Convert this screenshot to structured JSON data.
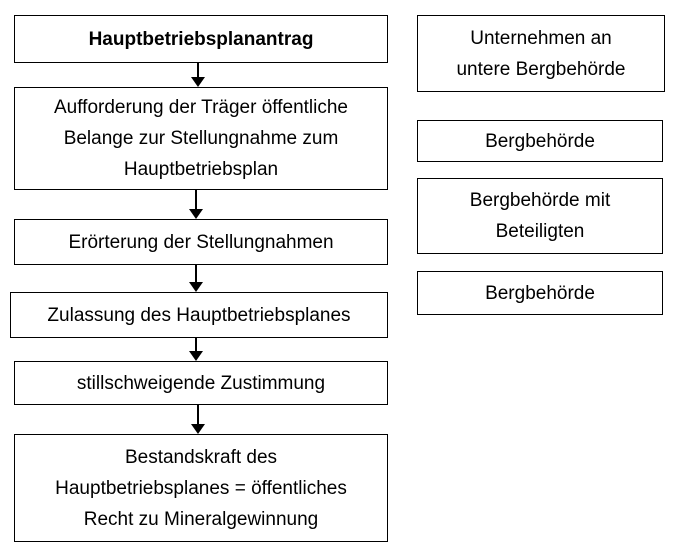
{
  "flow_steps": [
    "Hauptbetriebsplanantrag",
    "Aufforderung der Träger öffentliche\nBelange zur Stellungnahme zum\nHauptbetriebsplan",
    "Erörterung der Stellungnahmen",
    "Zulassung des Hauptbetriebsplanes",
    "stillschweigende Zustimmung",
    "Bestandskraft des\nHauptbetriebsplanes = öffentliches\nRecht zu Mineralgewinnung"
  ],
  "actors": [
    "Unternehmen an\nuntere Bergbehörde",
    "Bergbehörde",
    "Bergbehörde mit\nBeteiligten",
    "Bergbehörde"
  ],
  "colors": {
    "border": "#000000",
    "background": "#ffffff",
    "text": "#000000"
  }
}
